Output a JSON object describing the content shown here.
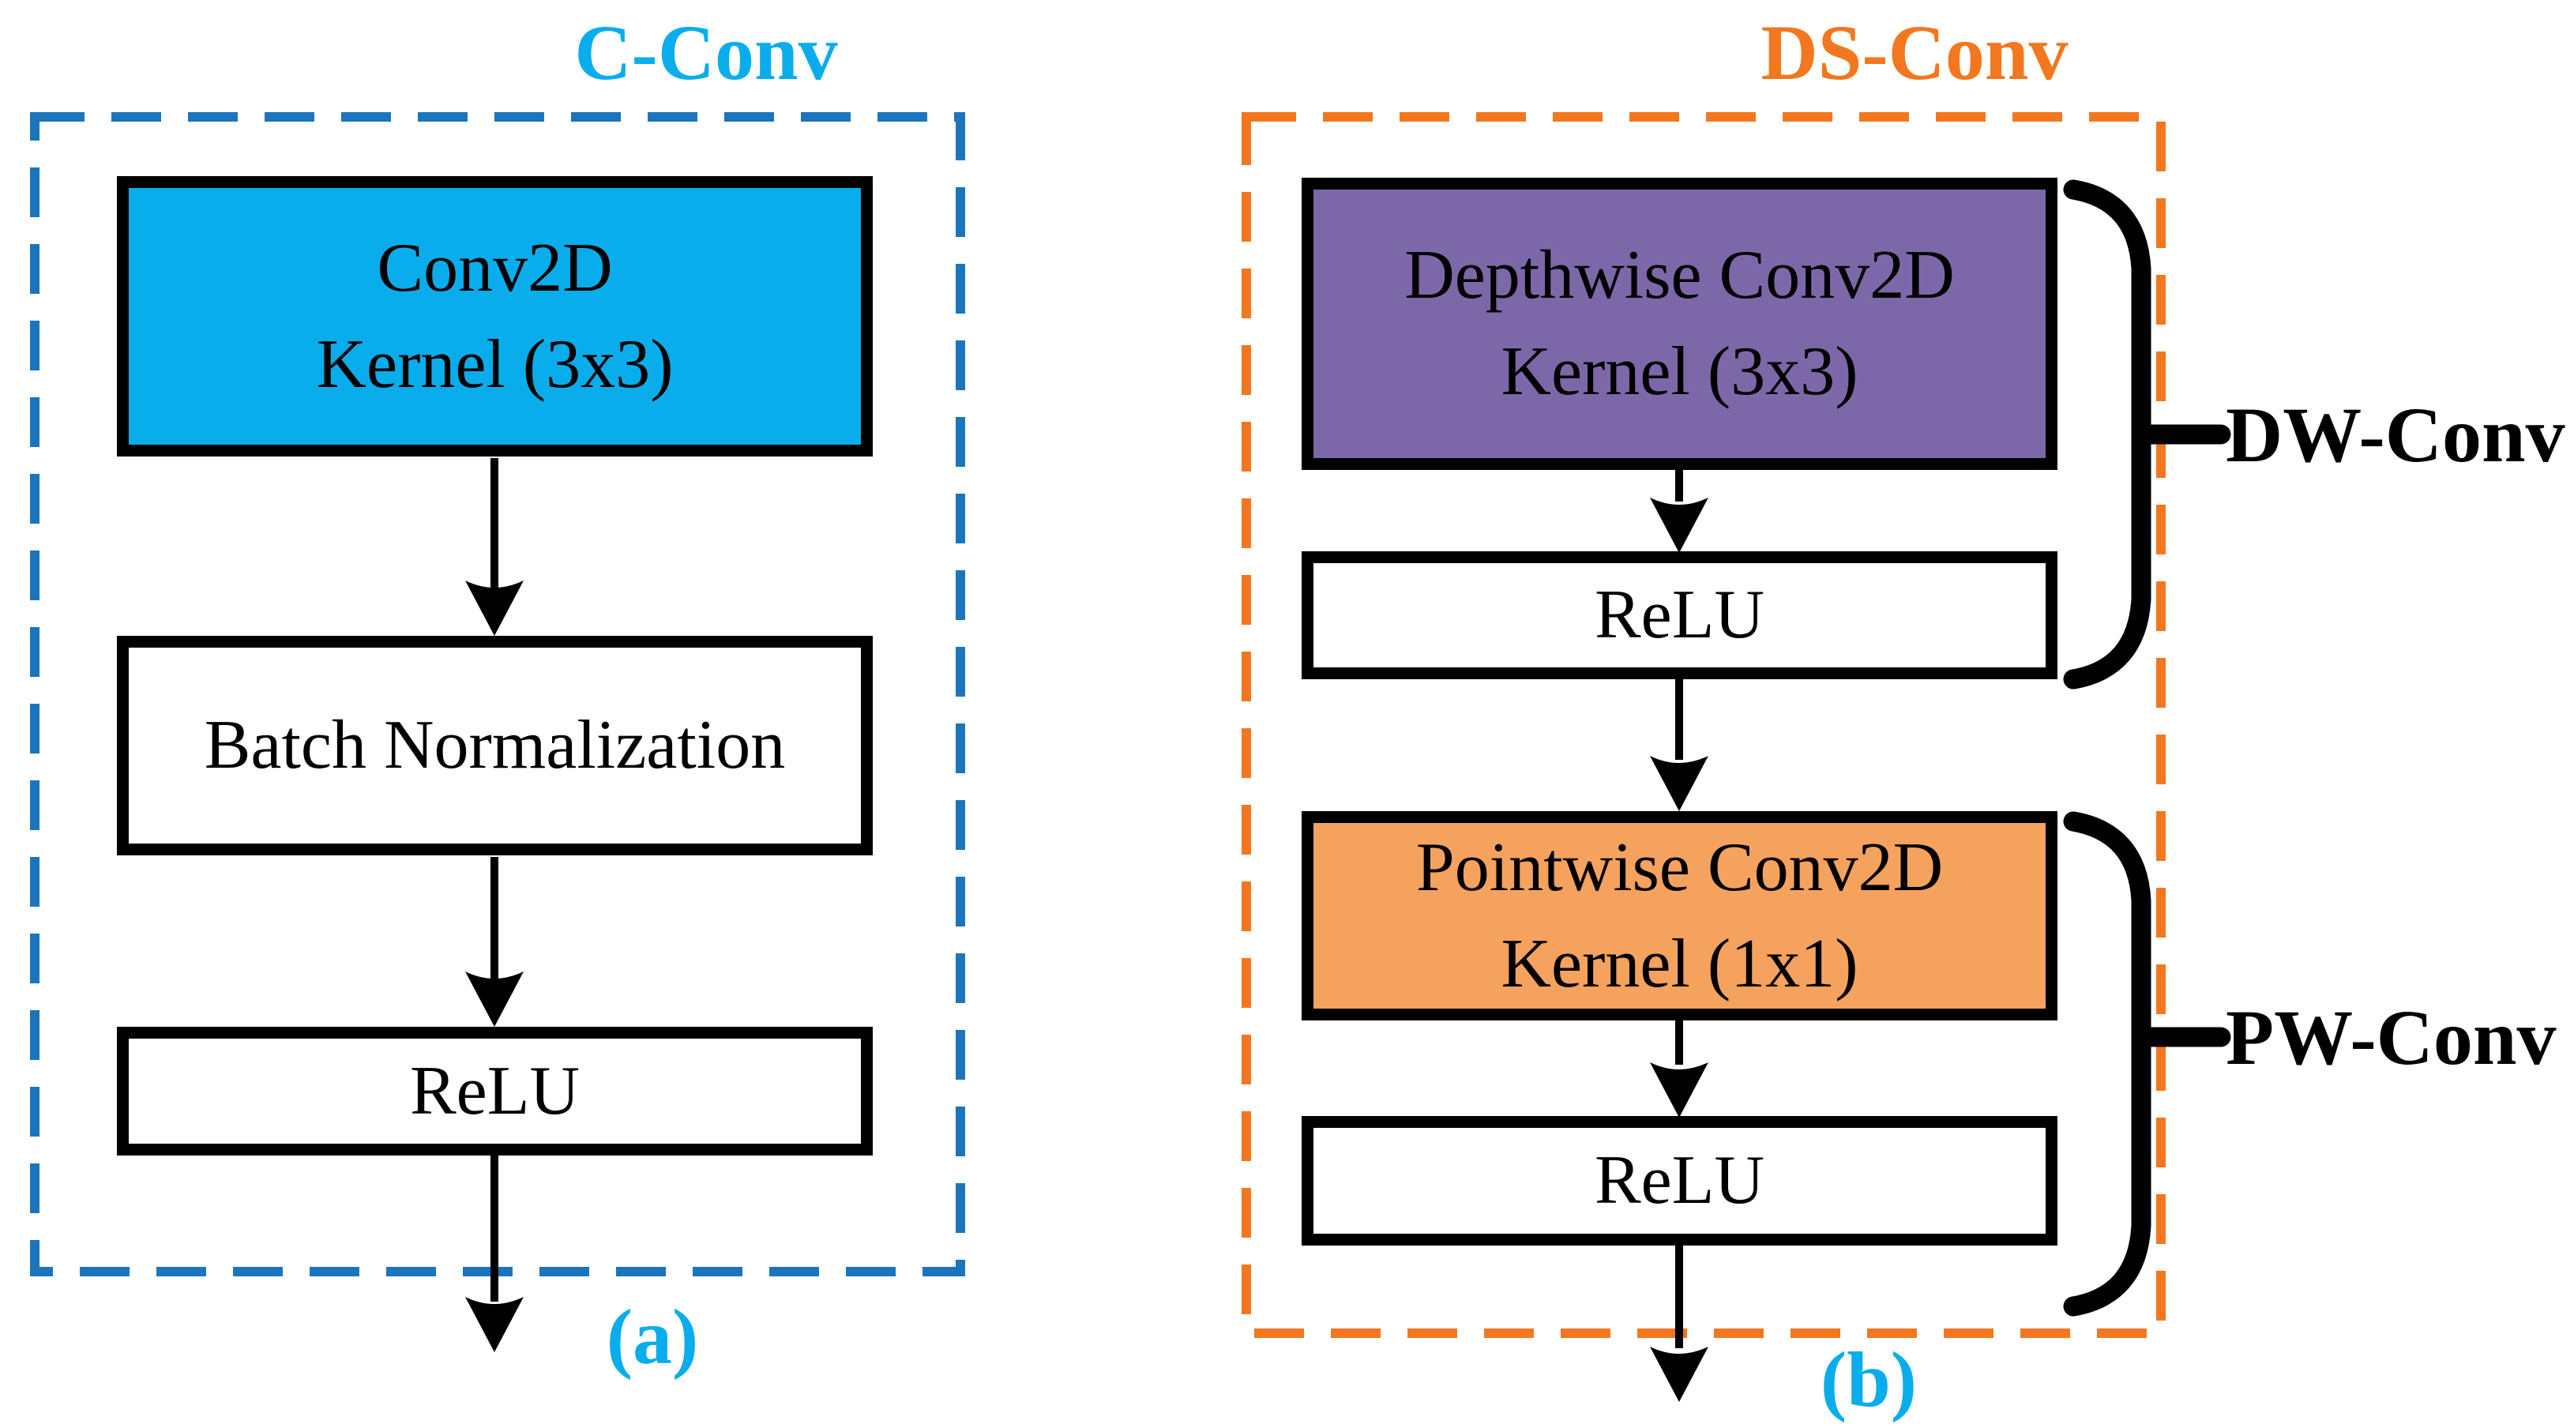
{
  "figure": {
    "panel_a": {
      "title": "C-Conv",
      "caption": "(a)",
      "conv_box": {
        "line1": "Conv2D",
        "line2": "Kernel (3x3)"
      },
      "bn_box": {
        "line1": "Batch Normalization"
      },
      "relu_box": {
        "line1": "ReLU"
      }
    },
    "panel_b": {
      "title": "DS-Conv",
      "caption": "(b)",
      "dw_box": {
        "line1": "Depthwise Conv2D",
        "line2": "Kernel (3x3)"
      },
      "relu1_box": {
        "line1": "ReLU"
      },
      "pw_box": {
        "line1": "Pointwise Conv2D",
        "line2": "Kernel (1x1)"
      },
      "relu2_box": {
        "line1": "ReLU"
      },
      "brace_dw_label": "DW-Conv",
      "brace_pw_label": "PW-Conv"
    },
    "colors": {
      "cyan_fill": "#0AADEB",
      "cyan_title": "#0AADEB",
      "blue_dash": "#1B75BC",
      "orange_dash": "#F2771E",
      "orange_title": "#F2771E",
      "purple_fill": "#7C68A8",
      "light_orange_fill": "#F5A25E",
      "stroke_black": "#000000"
    }
  }
}
